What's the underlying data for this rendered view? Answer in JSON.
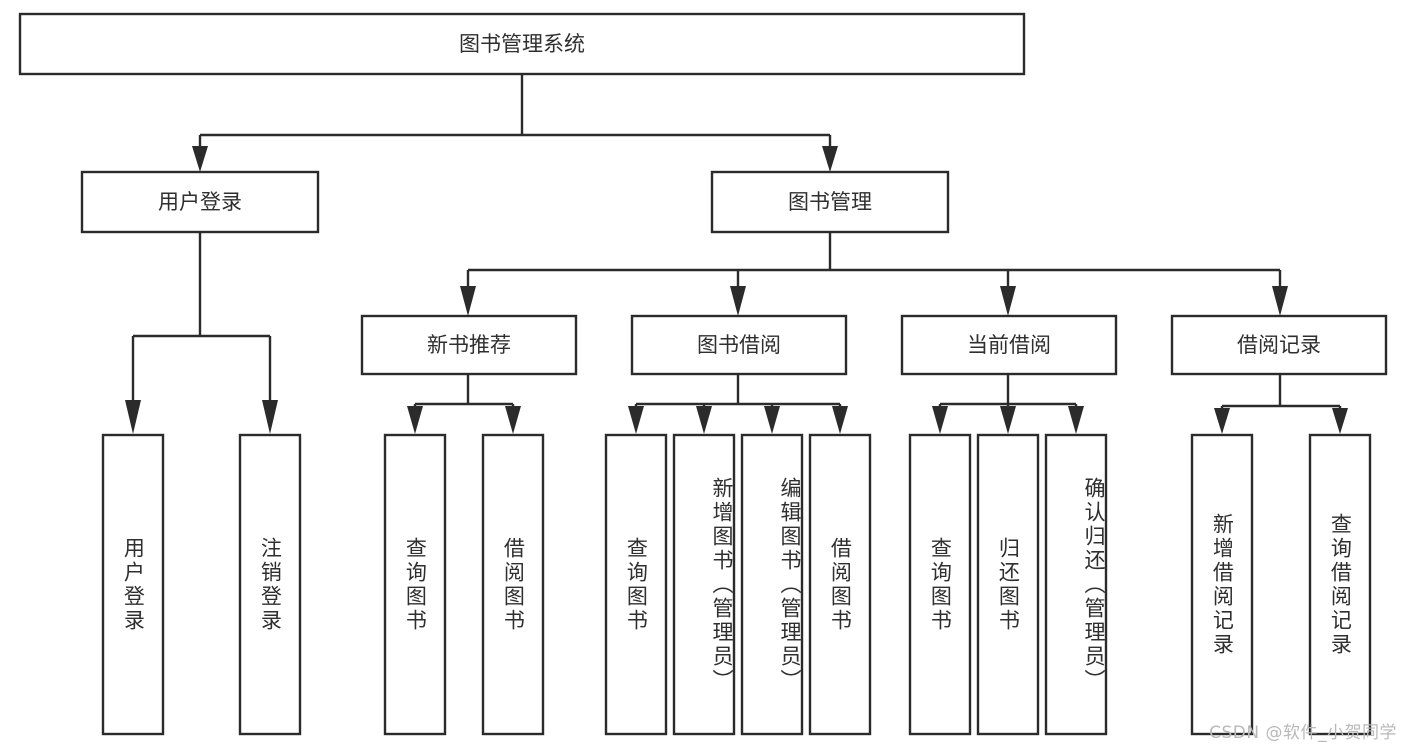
{
  "diagram": {
    "type": "tree",
    "title_node": {
      "id": "root",
      "label": "图书管理系统"
    },
    "level2": [
      {
        "id": "user-login",
        "label": "用户登录"
      },
      {
        "id": "book-manage",
        "label": "图书管理"
      }
    ],
    "level3": [
      {
        "id": "new-book-rec",
        "label": "新书推荐",
        "parent": "book-manage"
      },
      {
        "id": "book-borrow",
        "label": "图书借阅",
        "parent": "book-manage"
      },
      {
        "id": "current-borrow",
        "label": "当前借阅",
        "parent": "book-manage"
      },
      {
        "id": "borrow-record",
        "label": "借阅记录",
        "parent": "book-manage"
      }
    ],
    "leaves": [
      {
        "id": "leaf-user-login",
        "label": "用户登录",
        "parent": "user-login"
      },
      {
        "id": "leaf-logout",
        "label": "注销登录",
        "parent": "user-login"
      },
      {
        "id": "leaf-query-book-1",
        "label": "查询图书",
        "parent": "new-book-rec"
      },
      {
        "id": "leaf-borrow-book-1",
        "label": "借阅图书",
        "parent": "new-book-rec"
      },
      {
        "id": "leaf-query-book-2",
        "label": "查询图书",
        "parent": "book-borrow"
      },
      {
        "id": "leaf-add-book",
        "label": "新增图书（管理员）",
        "parent": "book-borrow"
      },
      {
        "id": "leaf-edit-book",
        "label": "编辑图书（管理员）",
        "parent": "book-borrow"
      },
      {
        "id": "leaf-borrow-book-2",
        "label": "借阅图书",
        "parent": "book-borrow"
      },
      {
        "id": "leaf-query-book-3",
        "label": "查询图书",
        "parent": "current-borrow"
      },
      {
        "id": "leaf-return-book",
        "label": "归还图书",
        "parent": "current-borrow"
      },
      {
        "id": "leaf-confirm-return",
        "label": "确认归还（管理员）",
        "parent": "current-borrow"
      },
      {
        "id": "leaf-add-record",
        "label": "新增借阅记录",
        "parent": "borrow-record"
      },
      {
        "id": "leaf-query-record",
        "label": "查询借阅记录",
        "parent": "borrow-record"
      }
    ],
    "colors": {
      "stroke": "#2b2b2b",
      "text": "#2f2f2f",
      "background": "#ffffff",
      "watermark": "#b9b9b9"
    }
  },
  "watermark": {
    "text": "CSDN @软件_小贺同学"
  }
}
